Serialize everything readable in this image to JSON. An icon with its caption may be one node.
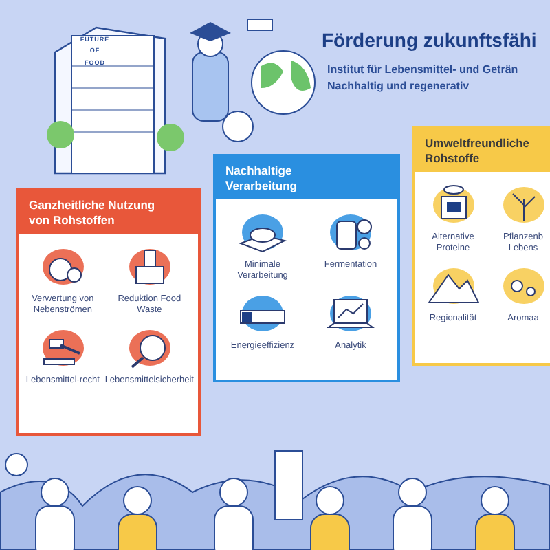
{
  "diagram": {
    "title": "Förderung zukunftsfähi",
    "nodes": [
      {
        "text": [
          "Ganzheitliche Nutzung von Rohstoffen"
        ]
      },
      {
        "text": [
          "Verwertung von Nebenströmen"
        ],
        "in": 0
      },
      {
        "text": [
          "Reduktion Food Waste"
        ],
        "in": 0
      },
      {
        "text": [
          "Lebensmittel-recht"
        ],
        "in": 0
      },
      {
        "text": [
          "Lebensmittelsicherheit"
        ],
        "in": 0
      },
      {
        "text": [
          "Nachhaltige Verarbeitung"
        ]
      },
      {
        "text": [
          "Minimale Verarbeitung"
        ],
        "in": 5
      },
      {
        "text": [
          "Fermentation"
        ],
        "in": 5
      },
      {
        "text": [
          "Energieeffizienz"
        ],
        "in": 5
      },
      {
        "text": [
          "Analytik"
        ],
        "in": 5
      },
      {
        "text": [
          "Umweltfreundliche Rohstoffe"
        ]
      },
      {
        "text": [
          "Alternative Proteine"
        ],
        "in": 10
      },
      {
        "text": [
          "Pflanzenb Lebens"
        ],
        "in": 10
      },
      {
        "text": [
          "Regionalität"
        ],
        "in": 10
      },
      {
        "text": [
          "Aromaa"
        ],
        "in": 10
      }
    ],
    "edges": [],
    "labels": [
      "Institut für Lebensmittel- und Geträn",
      "Nachhaltig und regenerativ",
      "FUTURE",
      "OF",
      "FOOD"
    ]
  }
}
